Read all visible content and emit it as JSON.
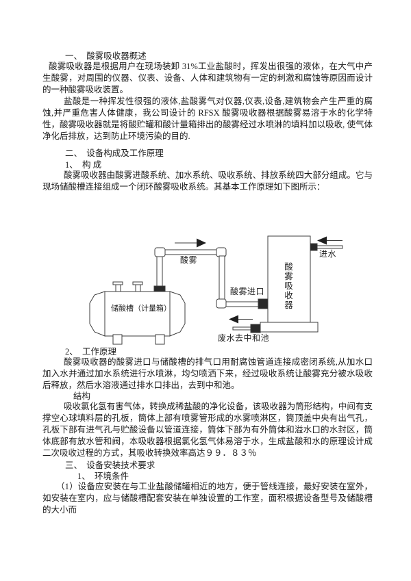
{
  "doc": {
    "heading1": "一、  酸雾吸收器概述",
    "para1": "酸雾吸收器是根据用户在现场装卸 31%工业盐酸时，挥发出很强的液体，在大气中产生酸雾，对周围的仪器、仪表、设备、人体和建筑物有一定的刺激和腐蚀等原因而设计的一种酸雾吸收装置。",
    "para2": "盐酸是一种挥发性很强的液体,盐酸雾气对仪器,仪表,设备,建筑物会产生严重的腐蚀,并严重危害人体健康，我公司设计的 RFSX 酸雾吸收器根据酸雾易溶于水的化学特性，酸雾吸收器就是将酸贮罐和酸计量箱排出的酸雾经过水喷淋的填料加以吸收, 使气体净化后排放，达到防止环境污染的目的.",
    "heading2": "二、  设备构成及工作原理",
    "heading2_1": "1、  构 成",
    "para3": "酸雾吸收器由酸雾进酸系统、加水系统、吸收系统、排放系统四大部分组成。它与现场储酸槽连接组成一个闭环酸雾吸收系统。其基本工作原理如下图所示：",
    "heading2_2": "2、  工作原理",
    "para4": "酸雾吸收器的酸雾进口与储酸槽的排气口用耐腐蚀管道连接成密闭系统,从加水口加入水并通过加水系统进行水喷淋，均匀喷洒下来，经过吸收系统让酸雾充分被水吸收后释放，然后水溶液通过排水口排出，去到中和池。",
    "heading_struct": "结构",
    "para5": "吸收氯化氢有害气体，转换成稀盐酸的净化设备，该吸收器为筒形结构，中间有支撑空心球填料层的孔板，筒体上部有喷雾管形成的水雾喷淋区，筒顶盖中央有出气孔，孔板下部有进气孔与贮酸设备以管道连接，筒体下部为有外筒体和溢水口的水封区，筒体底部有放水管和阀，本吸收器根据氯化氢气体易溶于水，生成盐酸和水的原理设计成二次吸收过程的方式，其吸收转换效率高达９９．８３％",
    "heading3": "三、  设备安装技术要求",
    "heading3_1": "1、  环境条件",
    "para6": "（1）设备应安装在与工业盐酸储罐相近的地方，便于管线连接，最好安装在室外，如安装在室内，应与储酸槽配套安装在单独设置的工作室，面积根据设备型号及储酸槽的大小而"
  },
  "diagram": {
    "labels": {
      "acid_mist": "酸雾",
      "acid_mist_inlet": "酸雾进口",
      "water_in": "进水",
      "absorber": "酸雾吸收器",
      "tank": "储酸槽（计量箱）",
      "waste": "废水去中和池"
    },
    "colors": {
      "line": "#3c3c3c",
      "fitting": "#2a2a2a",
      "paper": "#ffffff"
    }
  }
}
